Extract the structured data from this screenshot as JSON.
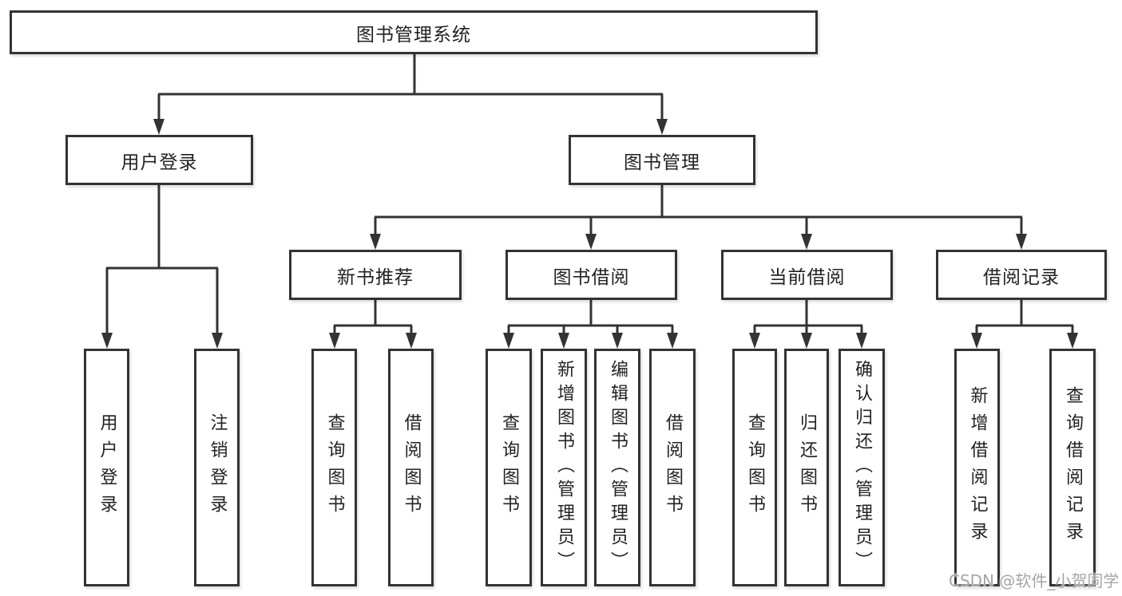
{
  "diagram": {
    "root": {
      "label": "图书管理系统"
    },
    "user_login": {
      "label": "用户登录",
      "children": {
        "login": {
          "label": "用户登录"
        },
        "logout": {
          "label": "注销登录"
        }
      }
    },
    "book_mgmt": {
      "label": "图书管理",
      "children": {
        "new_book": {
          "label": "新书推荐",
          "children": {
            "query_book": {
              "label": "查询图书"
            },
            "borrow_book": {
              "label": "借阅图书"
            }
          }
        },
        "book_borrow": {
          "label": "图书借阅",
          "children": {
            "query_book": {
              "label": "查询图书"
            },
            "add_book": {
              "label": "新增图书（管理员）"
            },
            "edit_book": {
              "label": "编辑图书（管理员）"
            },
            "borrow_book": {
              "label": "借阅图书"
            }
          }
        },
        "current_borrow": {
          "label": "当前借阅",
          "children": {
            "query_book": {
              "label": "查询图书"
            },
            "return_book": {
              "label": "归还图书"
            },
            "confirm_return": {
              "label": "确认归还（管理员）"
            }
          }
        },
        "borrow_record": {
          "label": "借阅记录",
          "children": {
            "add_record": {
              "label": "新增借阅记录"
            },
            "query_record": {
              "label": "查询借阅记录"
            }
          }
        }
      }
    },
    "watermark": "CSDN @软件_小贺同学",
    "colors": {
      "line": "#333333",
      "box_fill": "#ffffff",
      "text": "#222222",
      "watermark": "#a5a5a5"
    }
  }
}
